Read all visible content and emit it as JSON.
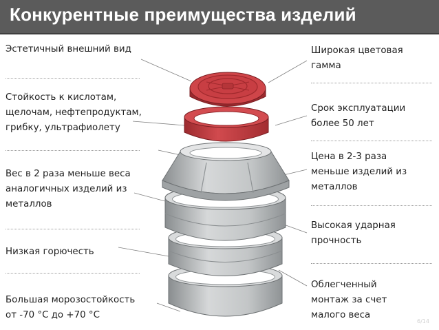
{
  "header": {
    "title": "Конкурентные преимущества изделий",
    "bg_color": "#5b5b5b",
    "title_color": "#ffffff"
  },
  "features_left": [
    {
      "text": "Эстетичный внешний вид"
    },
    {
      "text": "Стойкость к кислотам,\nщелочам, нефтепродуктам,\nгрибку, ультрафиолету"
    },
    {
      "text": "Вес в 2 раза меньше веса\nаналогичных изделий из\nметаллов"
    },
    {
      "text": "Низкая горючесть"
    },
    {
      "text": "Большая морозостойкость\nот -70 °C  до +70 °C"
    }
  ],
  "features_right": [
    {
      "text": "Широкая цветовая\nгамма"
    },
    {
      "text": "Срок эксплуатации\nболее 50 лет"
    },
    {
      "text": "Цена в 2-3 раза\nменьше изделий из\nметаллов"
    },
    {
      "text": "Высокая ударная\nпрочность"
    },
    {
      "text": "Облегченный\nмонтаж за счет\nмалого веса"
    }
  ],
  "watermark": "6/14",
  "colors": {
    "hatch_red": "#c43a3f",
    "hatch_red_dark": "#8e2327",
    "grey_part": "#b9bcbe",
    "grey_dark": "#7e8284",
    "separator": "#9a9a9a",
    "leader": "#7f7f7f"
  }
}
